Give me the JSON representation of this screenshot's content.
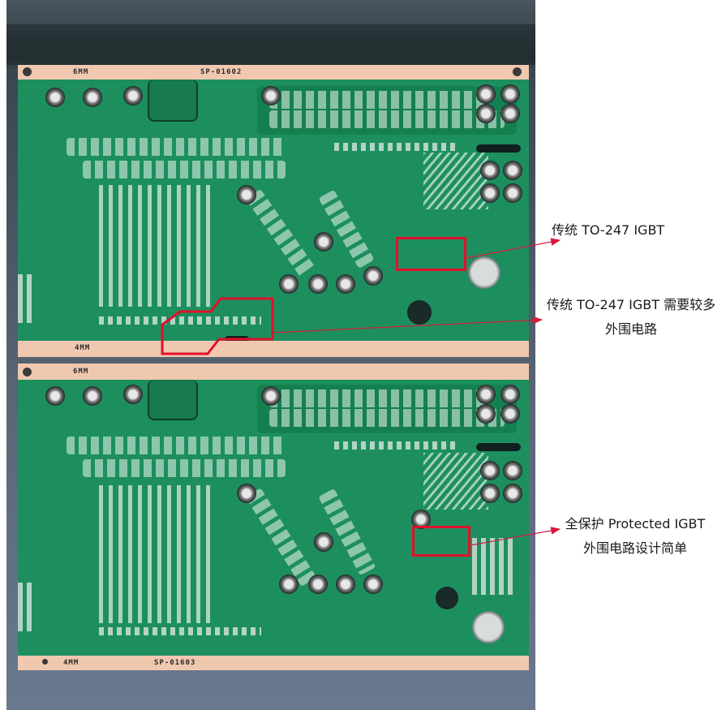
{
  "photo": {
    "description": "Two green power-supply PCBs photographed from the solder side",
    "boards": [
      {
        "id": "top",
        "edge_top_labels": [
          "6MM",
          "SP-01602"
        ],
        "edge_bottom_labels": [
          "4MM"
        ]
      },
      {
        "id": "bottom",
        "edge_top_labels": [
          "6MM"
        ],
        "edge_bottom_labels": [
          "4MM",
          "SP-01603"
        ]
      }
    ]
  },
  "annotations": [
    {
      "id": "traditional-igbt",
      "line1_cn": "传统",
      "line1_en": "TO-247 IGBT",
      "line2": ""
    },
    {
      "id": "traditional-igbt-circuit",
      "line1_cn": "传统",
      "line1_en": "TO-247 IGBT",
      "line1_suffix": "需要较多",
      "line2": "外围电路"
    },
    {
      "id": "protected-igbt",
      "line1_cn": "全保护",
      "line1_en": "Protected IGBT",
      "line2": "外围电路设计简单"
    }
  ],
  "colors": {
    "highlight": "#e0102a",
    "arrow": "#d81b3c",
    "pcb_green": "#1d8f5e",
    "board_edge": "#f0c8b0"
  }
}
